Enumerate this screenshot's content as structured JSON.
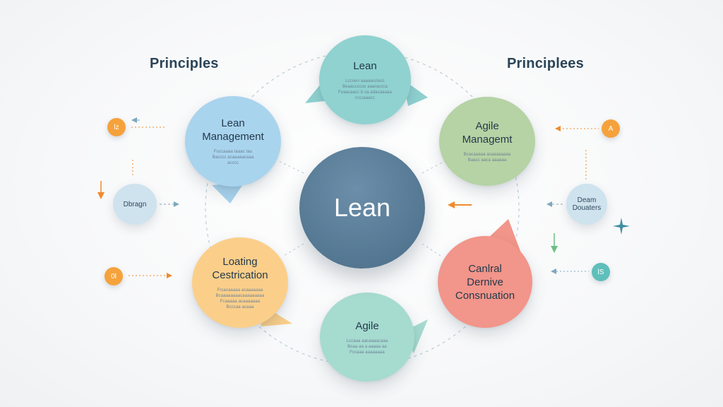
{
  "headings": {
    "left": "Principles",
    "right": "Principlees"
  },
  "center": {
    "label": "Lean"
  },
  "nodes": {
    "top": {
      "title": "Lean",
      "desc": "Lccnen aaaaarutacc\nBeaaccccce aaaraccca\nFvaacaacc b ca adacaaaaa\nrcccaaacc",
      "color": "#8fd2d0"
    },
    "upper_left": {
      "title": "Lean\nManagement",
      "desc": "Fuccaaaa taaac tau\nBacccc acaaaaacaaa\nacccc",
      "color": "#a9d4ee"
    },
    "upper_right": {
      "title": "Agile\nManagemt",
      "desc": "Bcacaaaaa acaaaaaaaa\nBaacc aaca aaaaaa",
      "color": "#b5d3a4"
    },
    "lower_left": {
      "title": "Loating\nCestrication",
      "desc": "Frcacaaaaa acaaaaaaa\nBcaaaaaaaacaaaaaaaaa\nFcaaaaa acaaaaaaa\nBcccaa acaaa",
      "color": "#fbcf8a"
    },
    "lower_right": {
      "title": "Canlral\nDernive\nConsnuation",
      "desc": "",
      "color": "#f2958a"
    },
    "bottom": {
      "title": "Agile",
      "desc": "Lccaaa aacaaaacaaa\nBcaa aa a aaaaa aa\nFccaaa aaaaaaaa",
      "color": "#a6dbd0"
    }
  },
  "side_nodes": {
    "left": {
      "label": "Dbragn",
      "color": "#cfe3ee"
    },
    "right": {
      "label": "Deam\nDouaters",
      "color": "#cfe3ee"
    }
  },
  "badges": {
    "left_top": {
      "label": "lz",
      "color": "#f5a23c"
    },
    "left_bottom": {
      "label": "0l",
      "color": "#f5a23c"
    },
    "right_top": {
      "label": "A",
      "color": "#f5a23c"
    },
    "right_bottom": {
      "label": "lS",
      "color": "#5fbfbb"
    }
  },
  "colors": {
    "center": "#577a95",
    "accent_orange": "#f08a2e",
    "accent_teal": "#3f8fa0",
    "accent_green": "#6bbf83"
  }
}
